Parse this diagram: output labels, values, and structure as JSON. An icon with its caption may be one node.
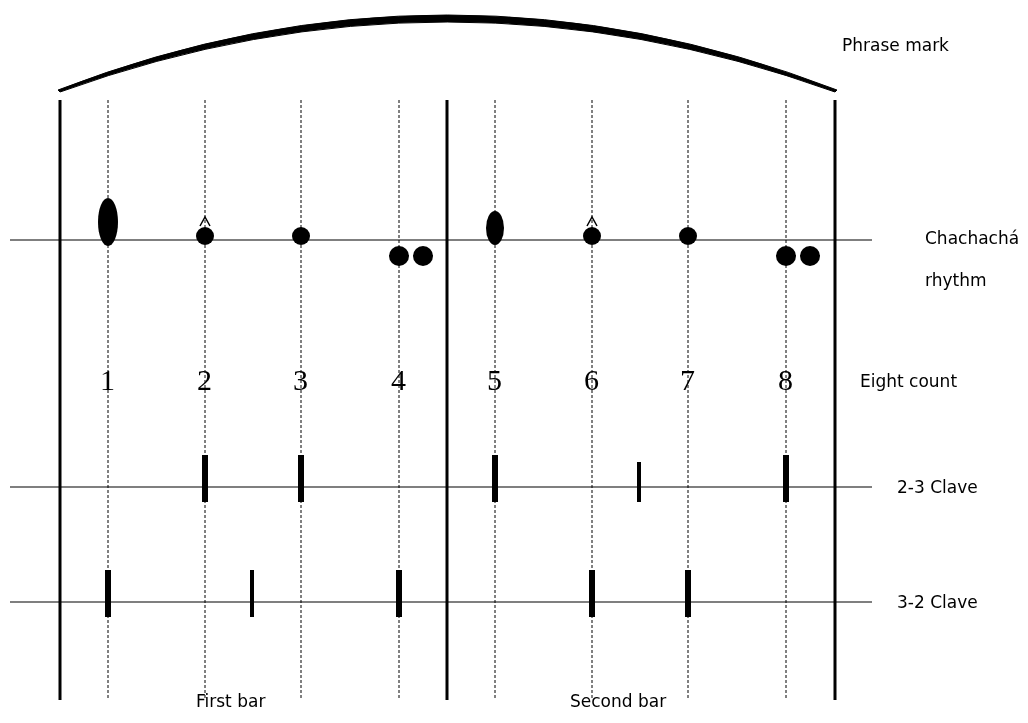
{
  "diagram": {
    "labels": [
      "Phrase mark",
      "Chachachá rhythm",
      "1",
      "2",
      "3",
      "4",
      "5",
      "6",
      "7",
      "8",
      "Eight count",
      "2-3 Clave",
      "3-2 Clave",
      "First bar",
      "Second bar"
    ]
  }
}
